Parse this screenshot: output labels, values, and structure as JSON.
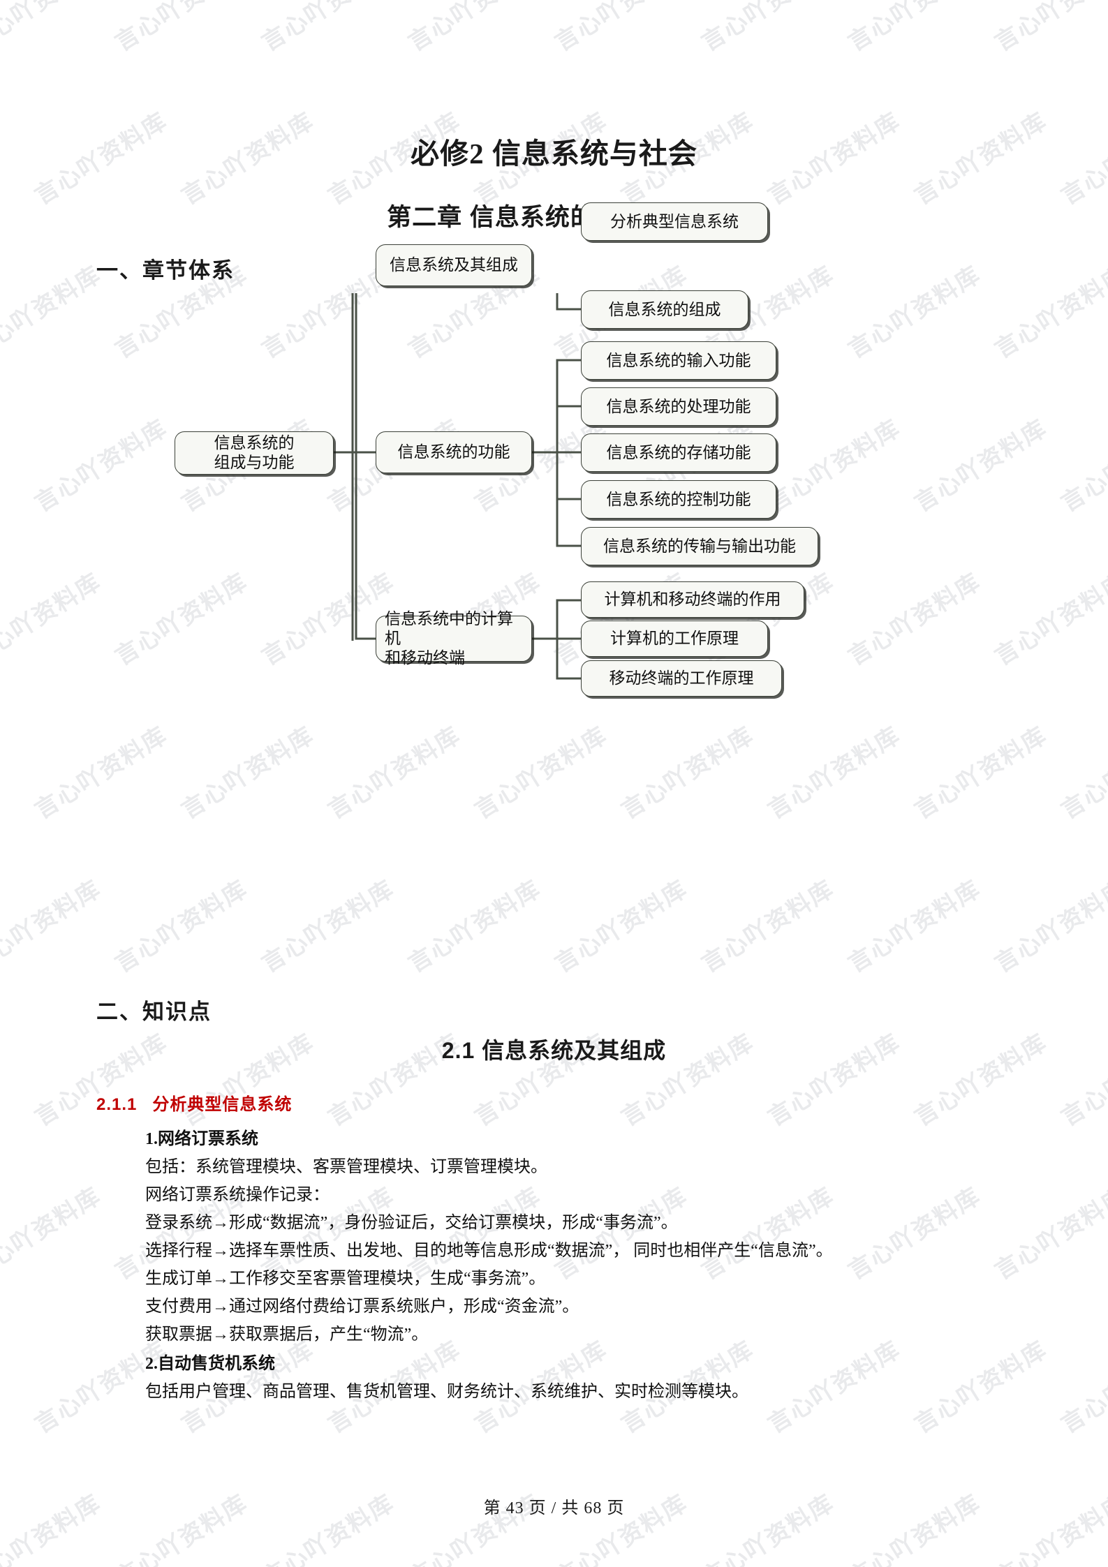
{
  "document": {
    "title": "必修2 信息系统与社会",
    "chapter_title": "第二章  信息系统的组成与功能",
    "section_1_heading": "一、章节体系",
    "section_2_heading": "二、知识点",
    "subsection_heading": "2.1  信息系统及其组成",
    "footer": "第 43 页 / 共 68 页",
    "watermark_text": "言心吖资料库",
    "accent_red": "#c00000",
    "node_fill": "#f7f8f4",
    "node_border": "#3b4038"
  },
  "mindmap": {
    "root": "信息系统的\n组成与功能",
    "root_line1": "信息系统的",
    "root_line2": "组成与功能",
    "branches": [
      {
        "label": "信息系统及其组成",
        "children": [
          "分析典型信息系统",
          "信息系统的组成"
        ]
      },
      {
        "label": "信息系统的功能",
        "children": [
          "信息系统的输入功能",
          "信息系统的处理功能",
          "信息系统的存储功能",
          "信息系统的控制功能",
          "信息系统的传输与输出功能"
        ]
      },
      {
        "label": "信息系统中的计算机\n和移动终端",
        "label_line1": "信息系统中的计算机",
        "label_line2": "和移动终端",
        "children": [
          "计算机和移动终端的作用",
          "计算机的工作原理",
          "移动终端的工作原理"
        ]
      }
    ]
  },
  "knowledge": {
    "heading_number": "2.1.1",
    "heading_text": "分析典型信息系统",
    "topic_1_title": "1.网络订票系统",
    "topic_1_lines": [
      "包括：系统管理模块、客票管理模块、订票管理模块。",
      "网络订票系统操作记录：",
      "登录系统→形成“数据流”，身份验证后，交给订票模块，形成“事务流”。",
      "选择行程→选择车票性质、出发地、目的地等信息形成“数据流”， 同时也相伴产生“信息流”。",
      "生成订单→工作移交至客票管理模块，生成“事务流”。",
      "支付费用→通过网络付费给订票系统账户，形成“资金流”。",
      "获取票据→获取票据后，产生“物流”。"
    ],
    "topic_2_title": "2.自动售货机系统",
    "topic_2_lines": [
      "包括用户管理、商品管理、售货机管理、财务统计、系统维护、实时检测等模块。"
    ]
  }
}
